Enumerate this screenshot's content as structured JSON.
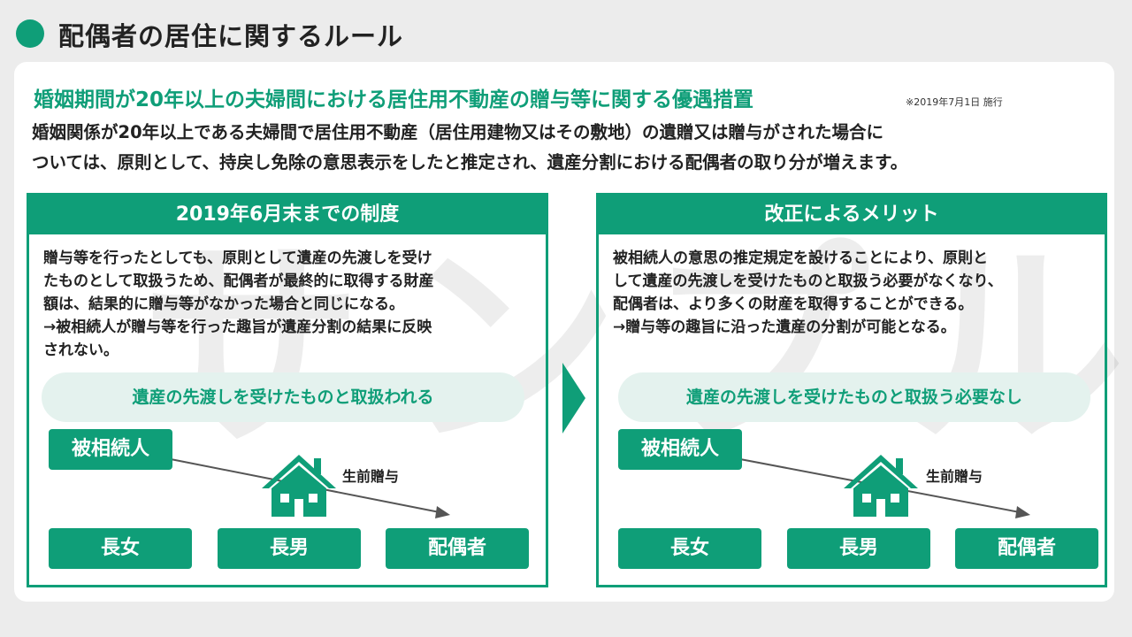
{
  "header": {
    "title": "配偶者の居住に関するルール"
  },
  "main": {
    "heading": "婚姻期間が20年以上の夫婦間における居住用不動産の贈与等に関する優遇措置",
    "effective_note": "※2019年7月1日 施行",
    "intro_lines": [
      "婚姻関係が20年以上である夫婦間で居住用不動産（居住用建物又はその敷地）の遺贈又は贈与がされた場合に",
      "ついては、原則として、持戻し免除の意思表示をしたと推定され、遺産分割における配偶者の取り分が増えます。"
    ],
    "watermark": "サンプル"
  },
  "before": {
    "title": "2019年6月末までの制度",
    "lines": [
      "贈与等を行ったとしても、原則として遺産の先渡しを受け",
      "たものとして取扱うため、配偶者が最終的に取得する財産",
      "額は、結果的に贈与等がなかった場合と同じになる。",
      "→被相続人が贈与等を行った趣旨が遺産分割の結果に反映",
      "されない。"
    ],
    "pill": "遺産の先渡しを受けたものと取扱われる",
    "decedent": "被相続人",
    "gift_label": "生前贈与",
    "heirs": [
      "長女",
      "長男",
      "配偶者"
    ]
  },
  "after": {
    "title": "改正によるメリット",
    "lines": [
      "被相続人の意思の推定規定を設けることにより、原則と",
      "して遺産の先渡しを受けたものと取扱う必要がなくなり、",
      "配偶者は、より多くの財産を取得することができる。",
      "→贈与等の趣旨に沿った遺産の分割が可能となる。"
    ],
    "pill": "遺産の先渡しを受けたものと取扱う必要なし",
    "decedent": "被相続人",
    "gift_label": "生前贈与",
    "heirs": [
      "長女",
      "長男",
      "配偶者"
    ]
  },
  "colors": {
    "accent": "#0f9e78",
    "pill_bg": "#e4f2ee"
  },
  "icons": {
    "house": "house-icon",
    "arrow": "arrow-right-icon"
  }
}
